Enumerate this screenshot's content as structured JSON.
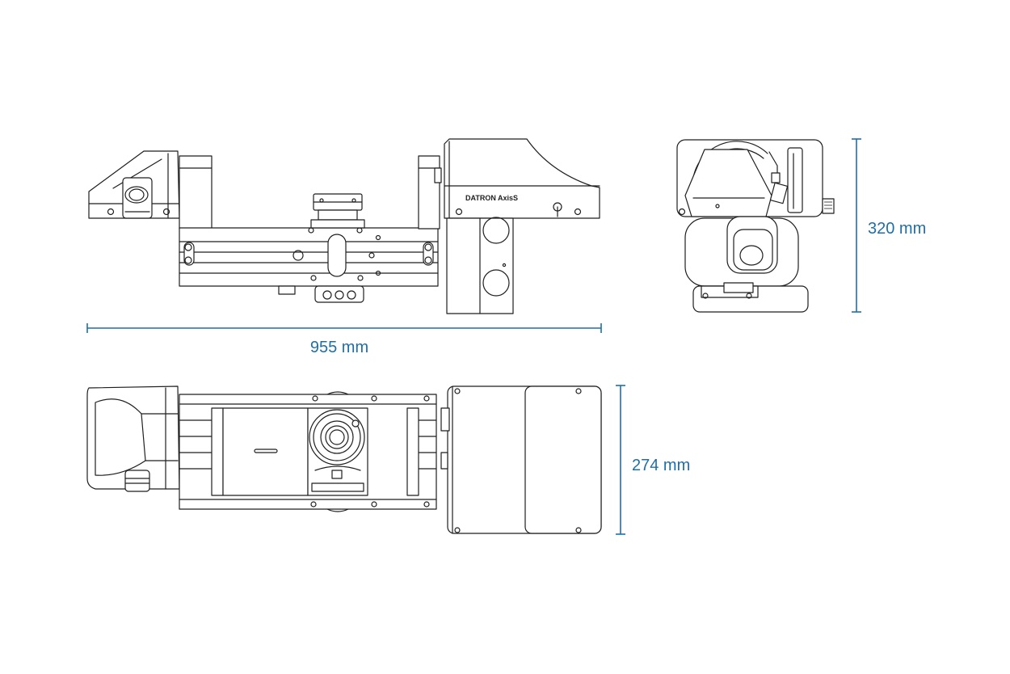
{
  "product_label": "DATRON AxisS",
  "dimensions": {
    "width": "955 mm",
    "height": "320 mm",
    "depth": "274 mm"
  },
  "colors": {
    "line": "#1f1f1f",
    "dimension": "#1e6fa8",
    "background": "#ffffff"
  }
}
